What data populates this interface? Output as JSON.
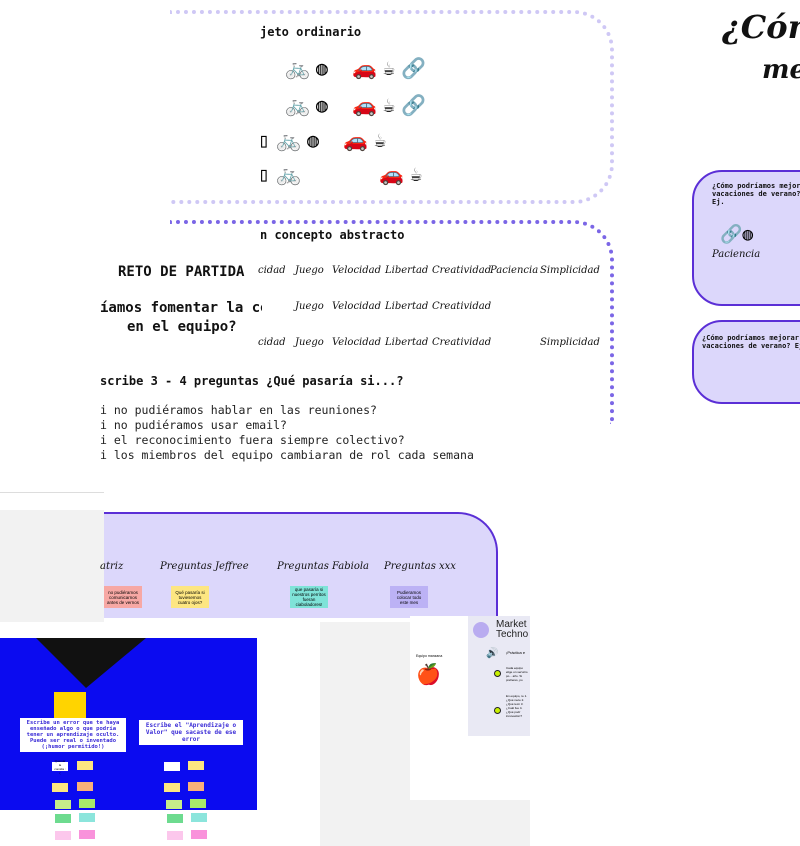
{
  "top_frame": {
    "title": "jeto ordinario",
    "rows": [
      [
        "bike-icon",
        "ball-icon",
        "car-icon",
        "coffee-icon",
        "chain-icon"
      ],
      [
        "bike-icon",
        "ball-icon",
        "car-icon",
        "coffee-icon",
        "chain-icon"
      ],
      [
        "door-icon",
        "bike-icon",
        "ball-icon",
        "car-icon",
        "coffee-icon"
      ],
      [
        "door-icon",
        "bike-icon",
        "car-icon",
        "coffee-icon"
      ]
    ]
  },
  "abstract_frame": {
    "title": "n concepto abstracto",
    "rows": [
      [
        "cidad",
        "Juego",
        "Velocidad",
        "Libertad",
        "Creatividad",
        "Paciencia",
        "Simplicidad"
      ],
      [
        "",
        "Juego",
        "Velocidad",
        "Libertad",
        "Creatividad",
        "",
        ""
      ],
      [
        "cidad",
        "Juego",
        "Velocidad",
        "Libertad",
        "Creatividad",
        "",
        "Simplicidad"
      ]
    ]
  },
  "challenge": {
    "label": "RETO DE PARTIDA",
    "question_line1": "íamos fomentar la co",
    "question_line2": "en el equipo?"
  },
  "whatif": {
    "heading": "scribe 3 - 4 preguntas ¿Qué pasaría si...?",
    "items": [
      "i no pudiéramos hablar en las reuniones?",
      "i no pudiéramos usar email?",
      "i el reconocimiento fuera siempre colectivo?",
      "i los miembros del equipo cambiaran de rol cada semana"
    ]
  },
  "right_title": {
    "line1": "¿Cóm",
    "line2": "mej"
  },
  "right_cards": [
    {
      "text": "¿Cómo podríamos mejorar vacaciones de verano? Ej.",
      "word": "Paciencia"
    },
    {
      "text": "¿Cómo podríamos mejorar nu vacaciones de verano? Ej."
    }
  ],
  "questions_board": {
    "columns": [
      {
        "title": "atriz",
        "note": "no pudiéramos comunicarnos antes de vernos",
        "color": "#f7a8a4"
      },
      {
        "title": "Preguntas Jeffree",
        "note": "Qué pasaría si tuviesemos cuatro ojos?",
        "color": "#fde681"
      },
      {
        "title": "Preguntas Fabiola",
        "note": "que pasaría si nuestros perritos fueran ciaboladores!",
        "color": "#7fe3d8"
      },
      {
        "title": "Preguntas xxx",
        "note": "Pudieramos colocar todo este mes",
        "color": "#bcb2f5"
      }
    ]
  },
  "error_board": {
    "prompt1": "Escribe un error que te haya enseñado algo o que podría tener un aprendizaje oculto. Puede ser real o inventado (¡humor permitido!)",
    "prompt2": "Escribe el \"Aprendizaje o Valor\" que sacaste de ese error",
    "sticky_a": "Quemar la comida :(",
    "bg": "#0b0bf0"
  },
  "market": {
    "team_label": "Equipo manzana",
    "title1": "Market",
    "title2": "Techno",
    "practice": "¡Práctica e",
    "step1": "Cada equipo elige un servicio po... año. Si prefieres, po",
    "step2": "En equipo, re 1. ¿Qué nece 2. ¿Qué tecn 3. ¿Cuál fue 4. ¿Qué podr innovación?"
  }
}
